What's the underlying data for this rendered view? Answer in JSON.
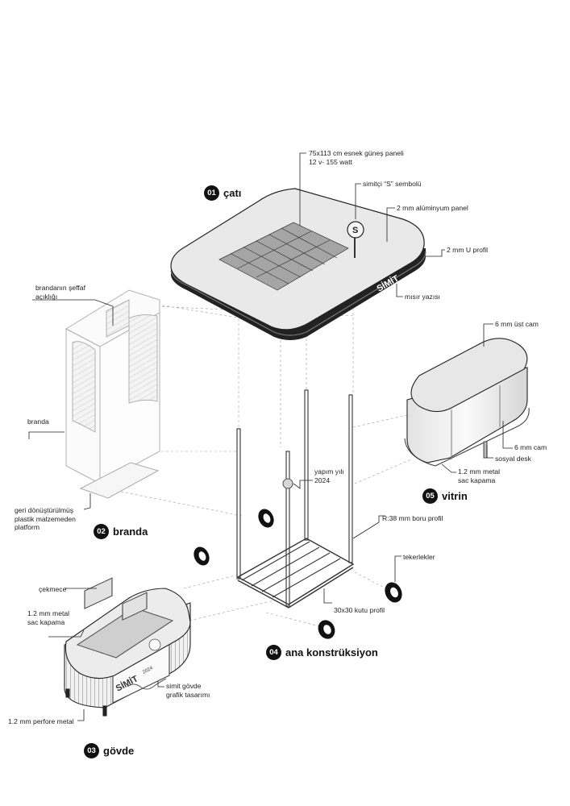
{
  "sections": [
    {
      "num": "01",
      "title": "çatı"
    },
    {
      "num": "02",
      "title": "branda"
    },
    {
      "num": "03",
      "title": "gövde"
    },
    {
      "num": "04",
      "title": "ana konstrüksiyon"
    },
    {
      "num": "05",
      "title": "vitrin"
    }
  ],
  "labels": {
    "solar_panel": [
      "75x113 cm esnek güneş paneli",
      "12 v- 155 watt"
    ],
    "s_symbol": "simitçi “S” sembolü",
    "aluminium_panel": "2 mm alüminyum panel",
    "u_profile": "2 mm U profil",
    "misir_yazisi": "mısır yazısı",
    "branda_opening": [
      "brandanın şeffaf",
      "açıklığı"
    ],
    "branda": "branda",
    "platform": [
      "geri dönüştürülmüş",
      "plastik malzemeden",
      "platform"
    ],
    "top_glass": "6 mm üst cam",
    "glass": "6 mm cam",
    "social_desk": "sosyal desk",
    "vitrin_cover": [
      "1.2 mm metal",
      "sac kapama"
    ],
    "year": [
      "yapım yılı",
      "2024"
    ],
    "pipe_profile": "R:38 mm boru profil",
    "wheels": "tekerlekler",
    "box_profile": "30x30 kutu profil",
    "drawer": "çekmece",
    "body_cover": [
      "1.2 mm metal",
      "sac kapama"
    ],
    "body_graphic": [
      "simit gövde",
      "grafik tasarımı"
    ],
    "perforated": "1.2 mm perfore metal"
  },
  "graphics": {
    "roof_mark": "SİMİT",
    "body_mark": "SİMİT",
    "body_year": "2024",
    "s_badge": "S"
  }
}
